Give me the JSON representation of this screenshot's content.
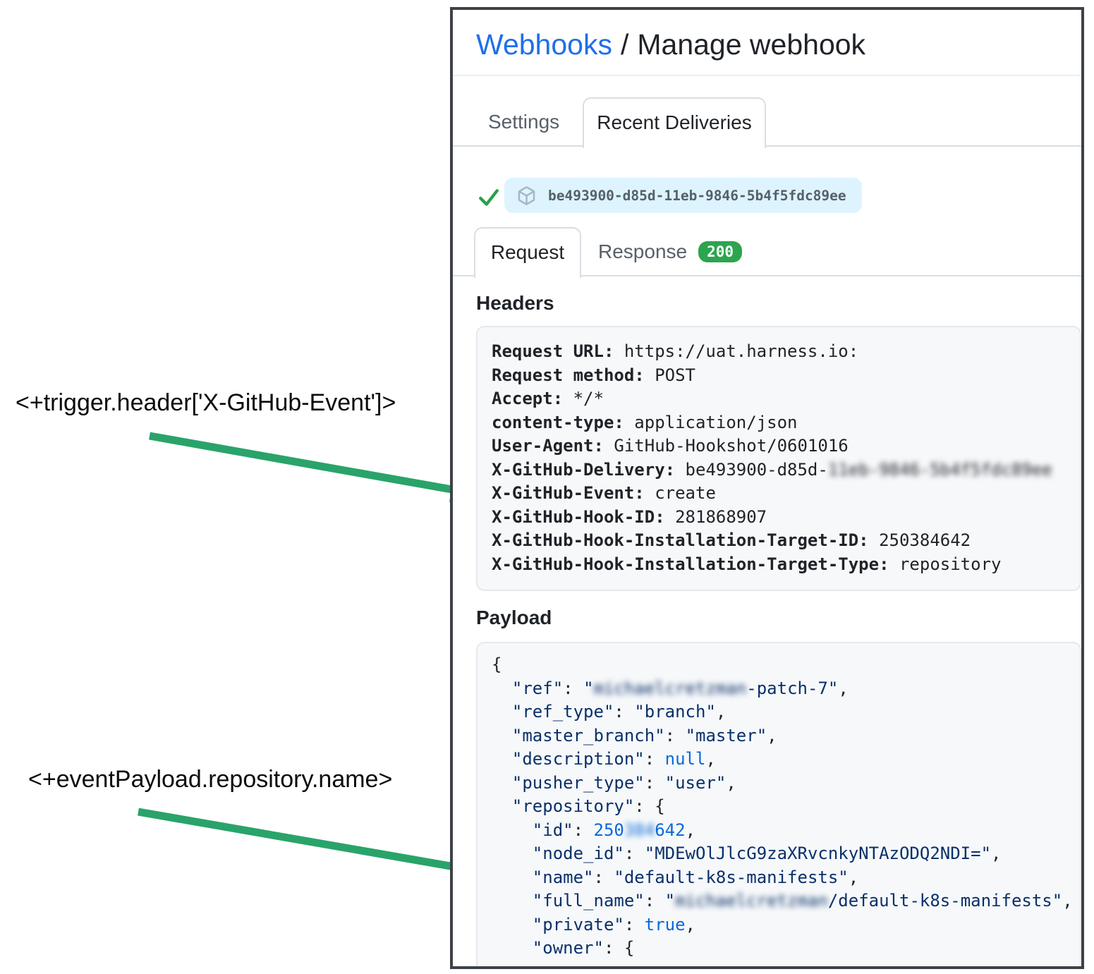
{
  "colors": {
    "link_blue": "#1f6feb",
    "check_green": "#26a148",
    "badge_green": "#2da44e",
    "arrow_green": "#2aa36a",
    "pill_bg": "#ddf4ff",
    "code_navy": "#0a3069",
    "code_blue": "#0969da",
    "box_bg": "#f6f8fa",
    "package_icon_gray": "#a8b6ca"
  },
  "annotations": {
    "trigger_expression": "<+trigger.header['X-GitHub-Event']>",
    "payload_expression": "<+eventPayload.repository.name>"
  },
  "breadcrumb": {
    "link": "Webhooks",
    "separator": "/",
    "current": "Manage webhook"
  },
  "tabs": {
    "settings": "Settings",
    "recent_deliveries": "Recent Deliveries"
  },
  "delivery": {
    "id": "be493900-d85d-11eb-9846-5b4f5fdc89ee"
  },
  "subtabs": {
    "request": "Request",
    "response": "Response",
    "response_status": "200"
  },
  "headers_section": {
    "title": "Headers",
    "lines": [
      {
        "label": "Request URL:",
        "value": "https://uat.harness.io:"
      },
      {
        "label": "Request method:",
        "value": "POST"
      },
      {
        "label": "Accept:",
        "value": "*/*"
      },
      {
        "label": "content-type:",
        "value": "application/json"
      },
      {
        "label": "User-Agent:",
        "value": "GitHub-Hookshot/0601016"
      },
      {
        "label": "X-GitHub-Delivery:",
        "value": "be493900-d85d-",
        "blurred": "11eb-9846-5b4f5fdc89ee"
      },
      {
        "label": "X-GitHub-Event:",
        "value": "create"
      },
      {
        "label": "X-GitHub-Hook-ID:",
        "value": "281868907"
      },
      {
        "label": "X-GitHub-Hook-Installation-Target-ID:",
        "value": "250384642"
      },
      {
        "label": "X-GitHub-Hook-Installation-Target-Type:",
        "value": "repository"
      }
    ]
  },
  "payload_section": {
    "title": "Payload",
    "lines": [
      [
        {
          "t": "{",
          "c": "p"
        }
      ],
      [
        {
          "t": "  ",
          "c": "p"
        },
        {
          "t": "\"ref\"",
          "c": "k"
        },
        {
          "t": ": ",
          "c": "p"
        },
        {
          "t": "\"",
          "c": "s"
        },
        {
          "t": "michaelcretzman",
          "c": "s",
          "blur": true
        },
        {
          "t": "-patch-7\"",
          "c": "s"
        },
        {
          "t": ",",
          "c": "p"
        }
      ],
      [
        {
          "t": "  ",
          "c": "p"
        },
        {
          "t": "\"ref_type\"",
          "c": "k"
        },
        {
          "t": ": ",
          "c": "p"
        },
        {
          "t": "\"branch\"",
          "c": "s"
        },
        {
          "t": ",",
          "c": "p"
        }
      ],
      [
        {
          "t": "  ",
          "c": "p"
        },
        {
          "t": "\"master_branch\"",
          "c": "k"
        },
        {
          "t": ": ",
          "c": "p"
        },
        {
          "t": "\"master\"",
          "c": "s"
        },
        {
          "t": ",",
          "c": "p"
        }
      ],
      [
        {
          "t": "  ",
          "c": "p"
        },
        {
          "t": "\"description\"",
          "c": "k"
        },
        {
          "t": ": ",
          "c": "p"
        },
        {
          "t": "null",
          "c": "b"
        },
        {
          "t": ",",
          "c": "p"
        }
      ],
      [
        {
          "t": "  ",
          "c": "p"
        },
        {
          "t": "\"pusher_type\"",
          "c": "k"
        },
        {
          "t": ": ",
          "c": "p"
        },
        {
          "t": "\"user\"",
          "c": "s"
        },
        {
          "t": ",",
          "c": "p"
        }
      ],
      [
        {
          "t": "  ",
          "c": "p"
        },
        {
          "t": "\"repository\"",
          "c": "k"
        },
        {
          "t": ": ",
          "c": "p"
        },
        {
          "t": "{",
          "c": "p"
        }
      ],
      [
        {
          "t": "    ",
          "c": "p"
        },
        {
          "t": "\"id\"",
          "c": "k"
        },
        {
          "t": ": ",
          "c": "p"
        },
        {
          "t": "250",
          "c": "n"
        },
        {
          "t": "384",
          "c": "n",
          "blur": true
        },
        {
          "t": "642",
          "c": "n"
        },
        {
          "t": ",",
          "c": "p"
        }
      ],
      [
        {
          "t": "    ",
          "c": "p"
        },
        {
          "t": "\"node_id\"",
          "c": "k"
        },
        {
          "t": ": ",
          "c": "p"
        },
        {
          "t": "\"MDEwOlJlcG9zaXRvcnkyNTAzODQ2NDI=\"",
          "c": "s"
        },
        {
          "t": ",",
          "c": "p"
        }
      ],
      [
        {
          "t": "    ",
          "c": "p"
        },
        {
          "t": "\"name\"",
          "c": "k"
        },
        {
          "t": ": ",
          "c": "p"
        },
        {
          "t": "\"default-k8s-manifests\"",
          "c": "s"
        },
        {
          "t": ",",
          "c": "p"
        }
      ],
      [
        {
          "t": "    ",
          "c": "p"
        },
        {
          "t": "\"full_name\"",
          "c": "k"
        },
        {
          "t": ": ",
          "c": "p"
        },
        {
          "t": "\"",
          "c": "s"
        },
        {
          "t": "michaelcretzman",
          "c": "s",
          "blur": true
        },
        {
          "t": "/default-k8s-manifests\"",
          "c": "s"
        },
        {
          "t": ",",
          "c": "p"
        }
      ],
      [
        {
          "t": "    ",
          "c": "p"
        },
        {
          "t": "\"private\"",
          "c": "k"
        },
        {
          "t": ": ",
          "c": "p"
        },
        {
          "t": "true",
          "c": "b"
        },
        {
          "t": ",",
          "c": "p"
        }
      ],
      [
        {
          "t": "    ",
          "c": "p"
        },
        {
          "t": "\"owner\"",
          "c": "k"
        },
        {
          "t": ": ",
          "c": "p"
        },
        {
          "t": "{",
          "c": "p"
        }
      ]
    ]
  }
}
